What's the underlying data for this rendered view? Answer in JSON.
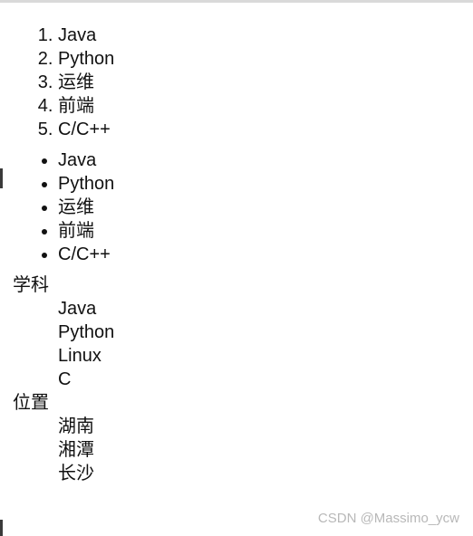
{
  "ordered_list": [
    "Java",
    "Python",
    "运维",
    "前端",
    "C/C++"
  ],
  "unordered_list": [
    "Java",
    "Python",
    "运维",
    "前端",
    "C/C++"
  ],
  "definition_list": {
    "subject": {
      "term": "学科",
      "items": [
        "Java",
        "Python",
        "Linux",
        "C"
      ]
    },
    "location": {
      "term": "位置",
      "items": [
        "湖南",
        "湘潭",
        "长沙"
      ]
    }
  },
  "watermark": "CSDN @Massimo_ycw",
  "colors": {
    "text": "#111111",
    "watermark": "#b8b8b8",
    "background": "#ffffff"
  }
}
